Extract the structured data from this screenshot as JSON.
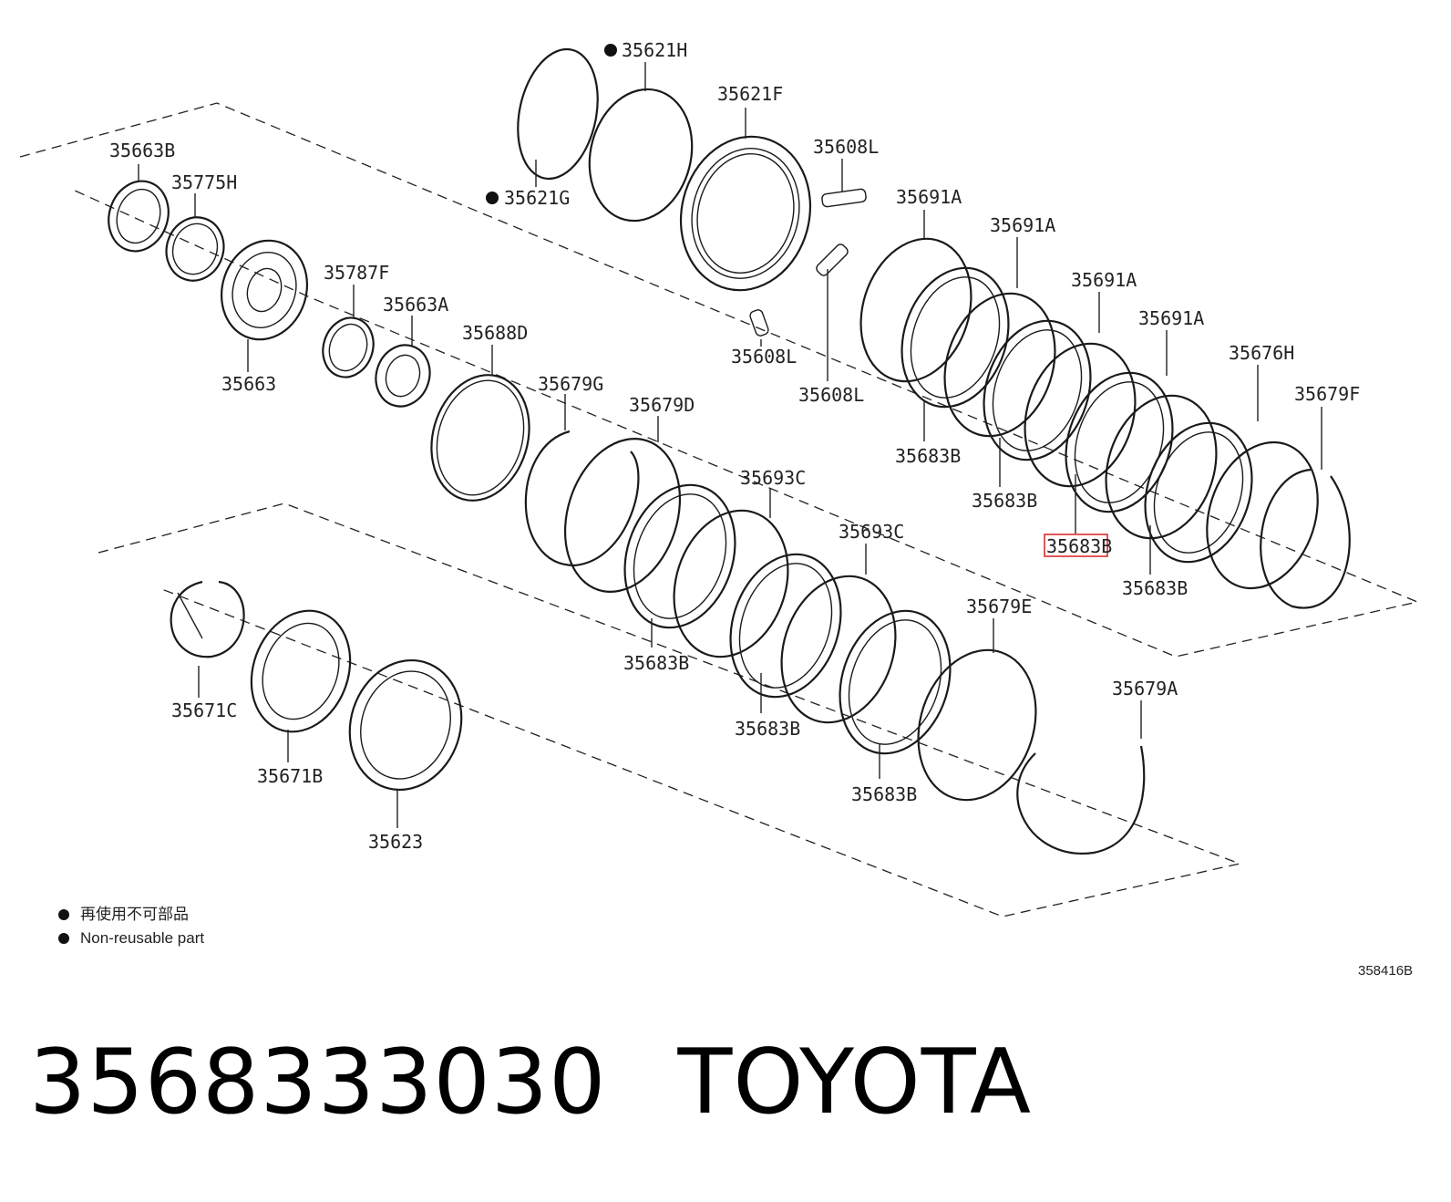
{
  "diagram": {
    "labels": {
      "p35621H": "35621H",
      "p35621G": "35621G",
      "p35621F": "35621F",
      "p35608L_top": "35608L",
      "p35608L_a": "35608L",
      "p35608L_b": "35608L",
      "p35663B": "35663B",
      "p35775H": "35775H",
      "p35663": "35663",
      "p35787F": "35787F",
      "p35663A": "35663A",
      "p35688D": "35688D",
      "p35679G": "35679G",
      "p35679D": "35679D",
      "p35693C_1": "35693C",
      "p35693C_2": "35693C",
      "p35691A_1": "35691A",
      "p35691A_2": "35691A",
      "p35691A_3": "35691A",
      "p35691A_4": "35691A",
      "p35676H": "35676H",
      "p35679F": "35679F",
      "p35683B_1": "35683B",
      "p35683B_2": "35683B",
      "p35683B_3": "35683B",
      "p35683B_4": "35683B",
      "p35683B_5": "35683B",
      "p35683B_6": "35683B",
      "p35683B_7": "35683B",
      "p35679E": "35679E",
      "p35679A": "35679A",
      "p35671C": "35671C",
      "p35671B": "35671B",
      "p35623": "35623"
    },
    "highlighted_part": "35683B"
  },
  "legend": {
    "line1": "再使用不可部品",
    "line2": "Non-reusable part"
  },
  "figure_code": "358416B",
  "caption": {
    "part_number": "3568333030",
    "brand": "TOYOTA"
  }
}
